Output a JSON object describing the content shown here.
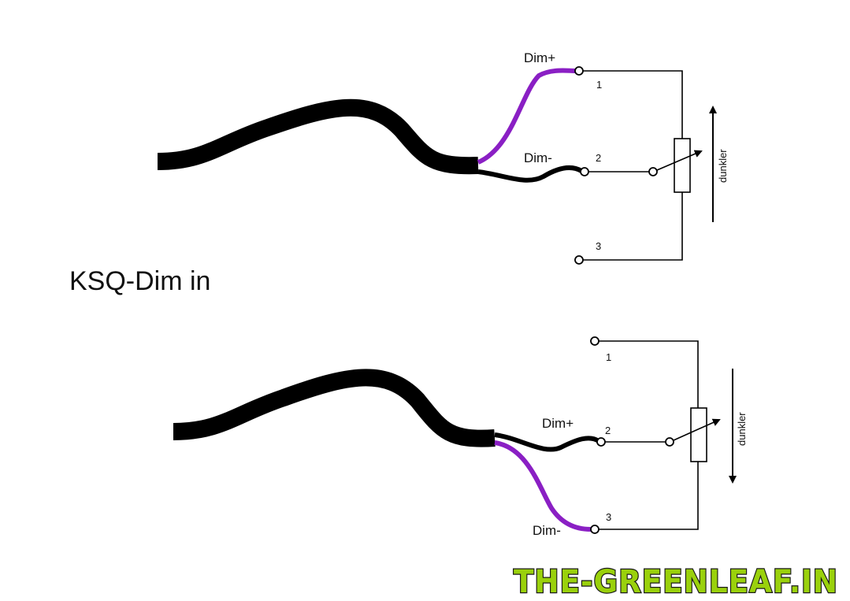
{
  "title": "KSQ-Dim in",
  "colors": {
    "purple_wire": "#8a1fc4",
    "cable": "#000000",
    "logo_green": "#9ad10c"
  },
  "diagram_top": {
    "wire_labels": [
      "Dim+",
      "Dim-"
    ],
    "terminals": [
      "1",
      "2",
      "3"
    ],
    "arrow_label": "dunkler",
    "arrow_direction": "up"
  },
  "diagram_bottom": {
    "wire_labels": [
      "Dim+",
      "Dim-"
    ],
    "terminals": [
      "1",
      "2",
      "3"
    ],
    "arrow_label": "dunkler",
    "arrow_direction": "down"
  },
  "logo": "THE-GREENLEAF.IN"
}
